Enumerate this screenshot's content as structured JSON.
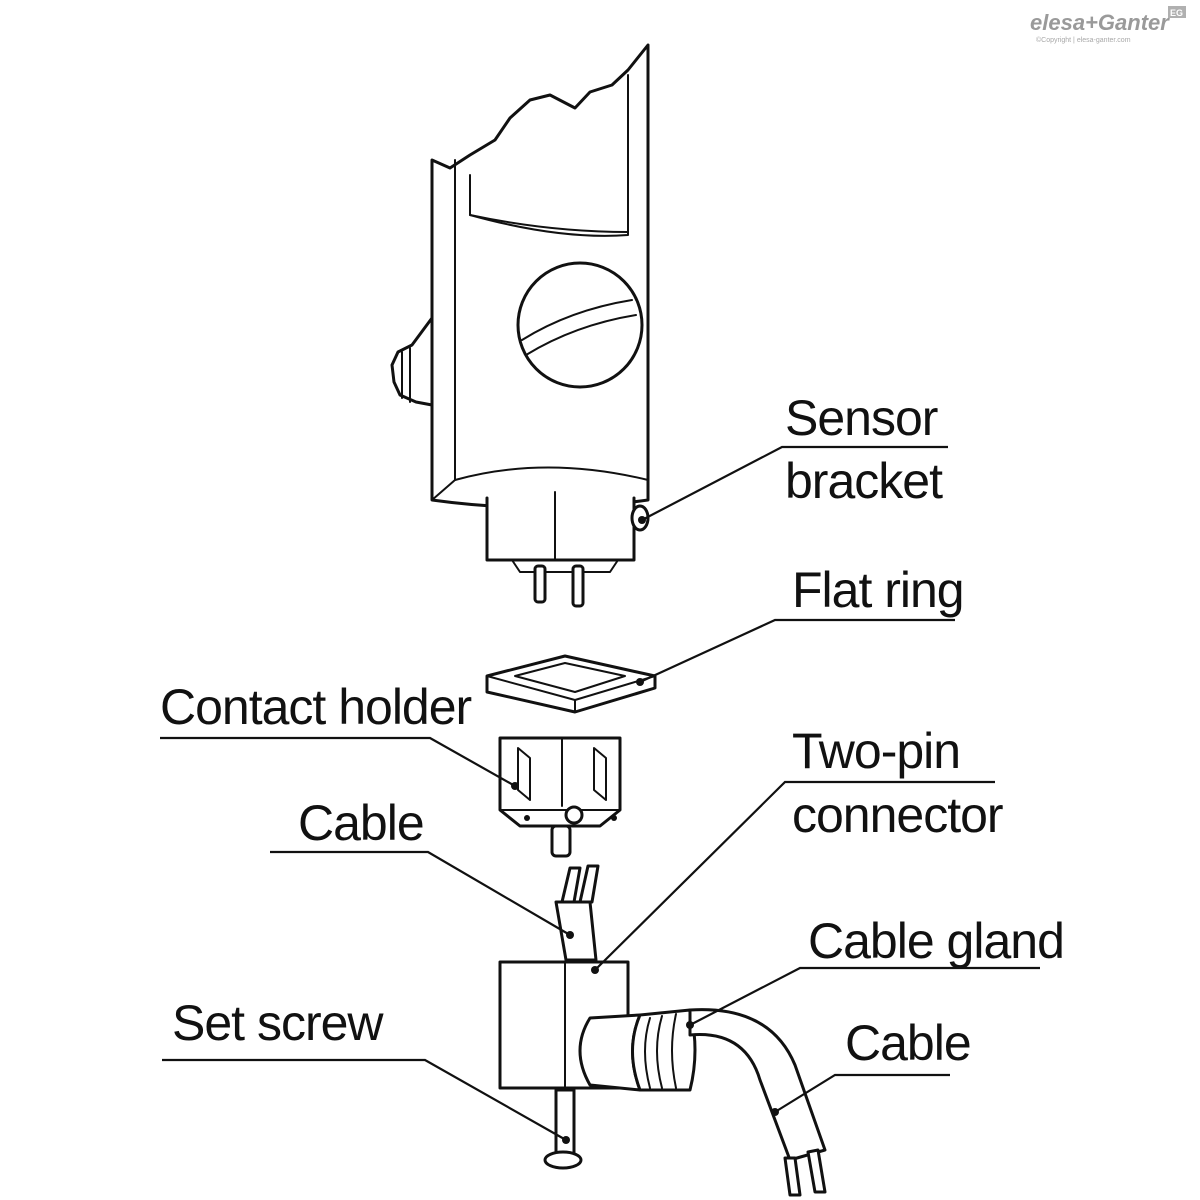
{
  "logo": {
    "brand": "elesa+Ganter",
    "badge": "EG",
    "copyright": "©Copyright | elesa-ganter.com"
  },
  "labels": {
    "sensor_bracket_line1": "Sensor",
    "sensor_bracket_line2": "bracket",
    "flat_ring": "Flat ring",
    "contact_holder": "Contact holder",
    "cable_upper": "Cable",
    "two_pin_line1": "Two-pin",
    "two_pin_line2": "connector",
    "cable_gland": "Cable gland",
    "set_screw": "Set screw",
    "cable_lower": "Cable"
  }
}
